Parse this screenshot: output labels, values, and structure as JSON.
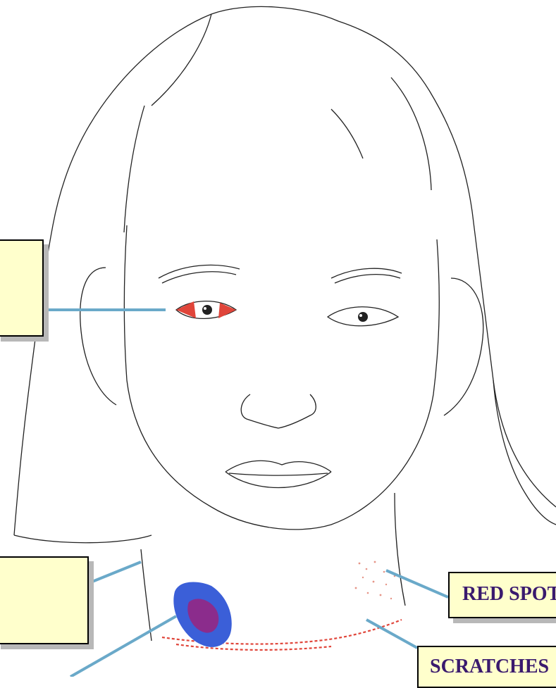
{
  "colors": {
    "callout_fill": "#ffffcc",
    "callout_text": "#3a1a6e",
    "leader_line": "#6aa9c9",
    "eye_red": "#e0453a",
    "bruise_outer": "#3b5fd8",
    "bruise_inner": "#8b2c8c",
    "scratch_red": "#e0453a",
    "sketch_line": "#222222"
  },
  "labels": {
    "eye": "",
    "neck": "",
    "red_spot": "RED SPOTS",
    "scratch": "SCRATCHES"
  },
  "icons": [
    "face-sketch-illustration",
    "bruise-mark",
    "scratch-marks",
    "red-eye-marks"
  ]
}
